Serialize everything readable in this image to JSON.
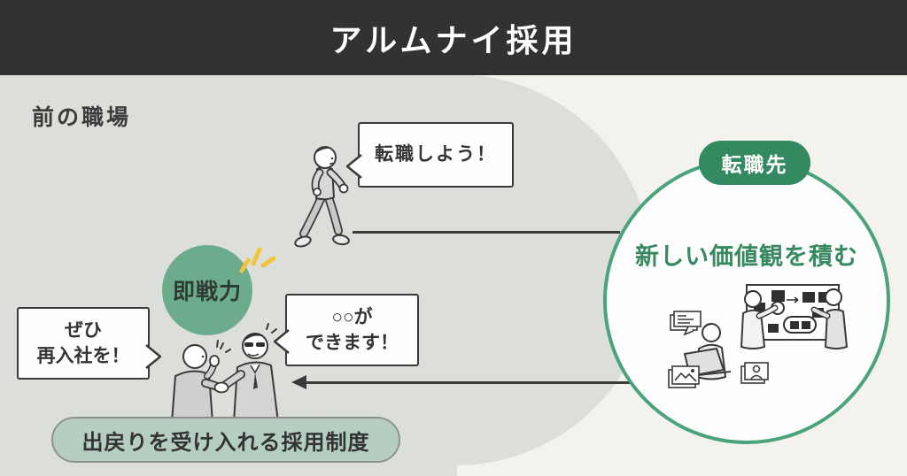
{
  "header": {
    "title": "アルムナイ採用"
  },
  "zones": {
    "former_workplace_label": "前の職場",
    "new_workplace_label": "転職先"
  },
  "bubbles": {
    "quit": "転職しよう！",
    "skill": "○○が\nできます！",
    "rejoin": "ぜひ\n再入社を！"
  },
  "badges": {
    "ready_worker": "即戦力",
    "system_pill": "出戻りを受け入れる採用制度"
  },
  "destination_circle": {
    "caption": "新しい価値観を積む"
  },
  "icons": {
    "walking_person": "person walking toward new company",
    "handshake": "manager welcoming returning employee with handshake",
    "teamwork": "people working with laptop and whiteboard",
    "sparkle": "emphasis sparkle"
  },
  "colors": {
    "header_bg": "#323232",
    "former_zone_gray": "#dcdeda",
    "background_cream": "#f4f2ec",
    "accent_green_dark": "#338a60",
    "accent_green_light": "#6cac8d",
    "circle_border_green": "#4ba37c",
    "pill_pale_green": "#b6cec2",
    "ink": "#3a3a3a",
    "sparkle_yellow": "#f2c33c"
  }
}
